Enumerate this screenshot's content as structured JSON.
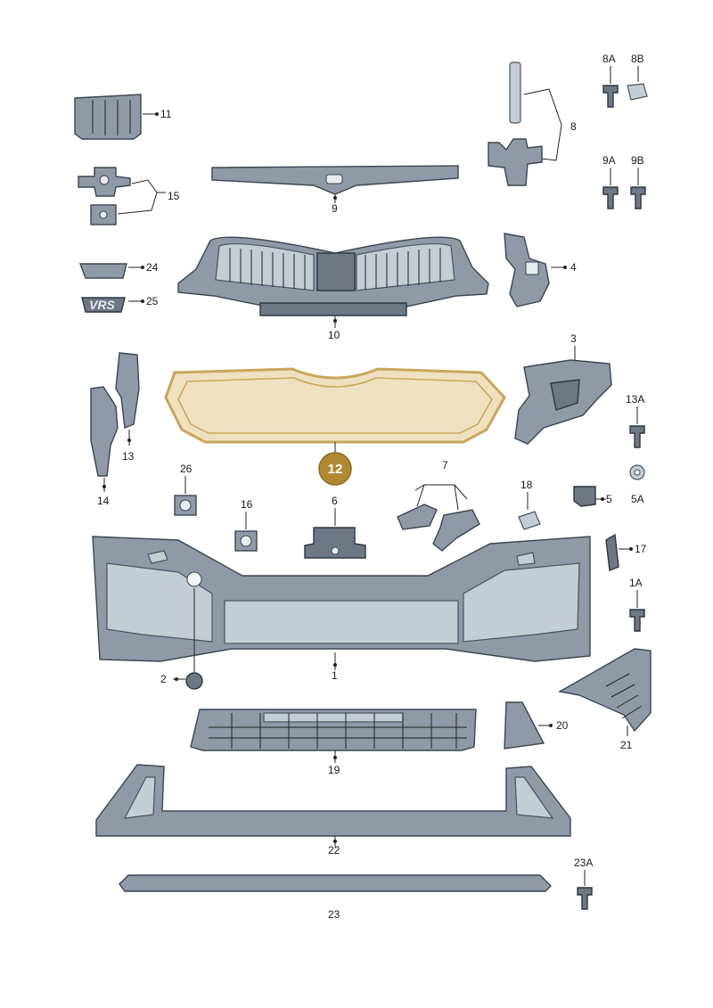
{
  "diagram": {
    "highlighted_part": "12",
    "parts": [
      {
        "id": "p1",
        "label": "1"
      },
      {
        "id": "p2",
        "label": "2"
      },
      {
        "id": "p3",
        "label": "3"
      },
      {
        "id": "p4",
        "label": "4"
      },
      {
        "id": "p5",
        "label": "5"
      },
      {
        "id": "p6",
        "label": "6"
      },
      {
        "id": "p7",
        "label": "7"
      },
      {
        "id": "p8",
        "label": "8"
      },
      {
        "id": "p9",
        "label": "9"
      },
      {
        "id": "p10",
        "label": "10"
      },
      {
        "id": "p11",
        "label": "11"
      },
      {
        "id": "p12",
        "label": "12"
      },
      {
        "id": "p13",
        "label": "13"
      },
      {
        "id": "p14",
        "label": "14"
      },
      {
        "id": "p15",
        "label": "15"
      },
      {
        "id": "p16",
        "label": "16"
      },
      {
        "id": "p17",
        "label": "17"
      },
      {
        "id": "p18",
        "label": "18"
      },
      {
        "id": "p19",
        "label": "19"
      },
      {
        "id": "p20",
        "label": "20"
      },
      {
        "id": "p21",
        "label": "21"
      },
      {
        "id": "p22",
        "label": "22"
      },
      {
        "id": "p23a",
        "label": "23"
      },
      {
        "id": "p24",
        "label": "24"
      },
      {
        "id": "p25",
        "label": "25"
      },
      {
        "id": "p26",
        "label": "26"
      },
      {
        "id": "p1A",
        "label": "1A"
      },
      {
        "id": "p5A",
        "label": "5A"
      },
      {
        "id": "p8A",
        "label": "8A"
      },
      {
        "id": "p8B",
        "label": "8B"
      },
      {
        "id": "p9A",
        "label": "9A"
      },
      {
        "id": "p9B",
        "label": "9B"
      },
      {
        "id": "p13A",
        "label": "13A"
      },
      {
        "id": "p23A",
        "label": "23A"
      }
    ],
    "emblem_text": "VRS",
    "colors": {
      "part_fill": "#8f9aa6",
      "part_stroke": "#3c4650",
      "highlight_fill": "#efe0bf",
      "highlight_stroke": "#c8a65c",
      "callout_badge": "#b08a33"
    }
  }
}
